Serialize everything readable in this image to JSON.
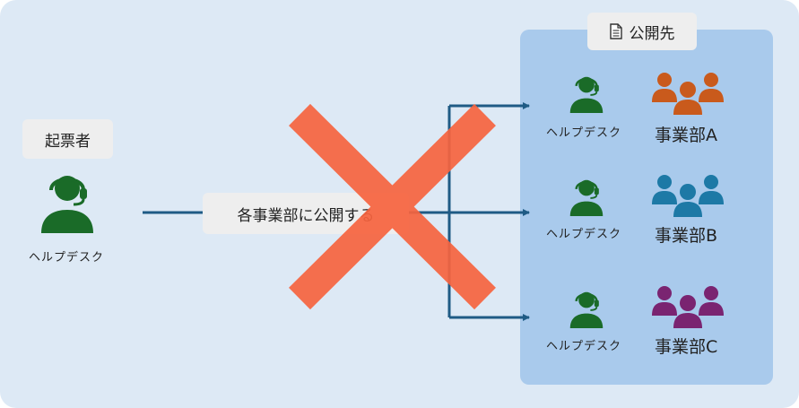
{
  "originator": {
    "label": "起票者",
    "person_label": "ヘルプデスク",
    "person_icon": "headset-person-icon",
    "color": "#1a6b28"
  },
  "connector": {
    "label": "各事業部に公開する",
    "line_color": "#1f5b85"
  },
  "publish_target": {
    "label": "公開先",
    "icon": "document-icon",
    "rows": [
      {
        "person_label": "ヘルプデスク",
        "dept_label": "事業部A",
        "group_color": "#c95a1c"
      },
      {
        "person_label": "ヘルプデスク",
        "dept_label": "事業部B",
        "group_color": "#1d79a6"
      },
      {
        "person_label": "ヘルプデスク",
        "dept_label": "事業部C",
        "group_color": "#7a2471"
      }
    ]
  },
  "cross_mark": {
    "icon": "cross-mark-icon",
    "color": "#f7643f"
  }
}
